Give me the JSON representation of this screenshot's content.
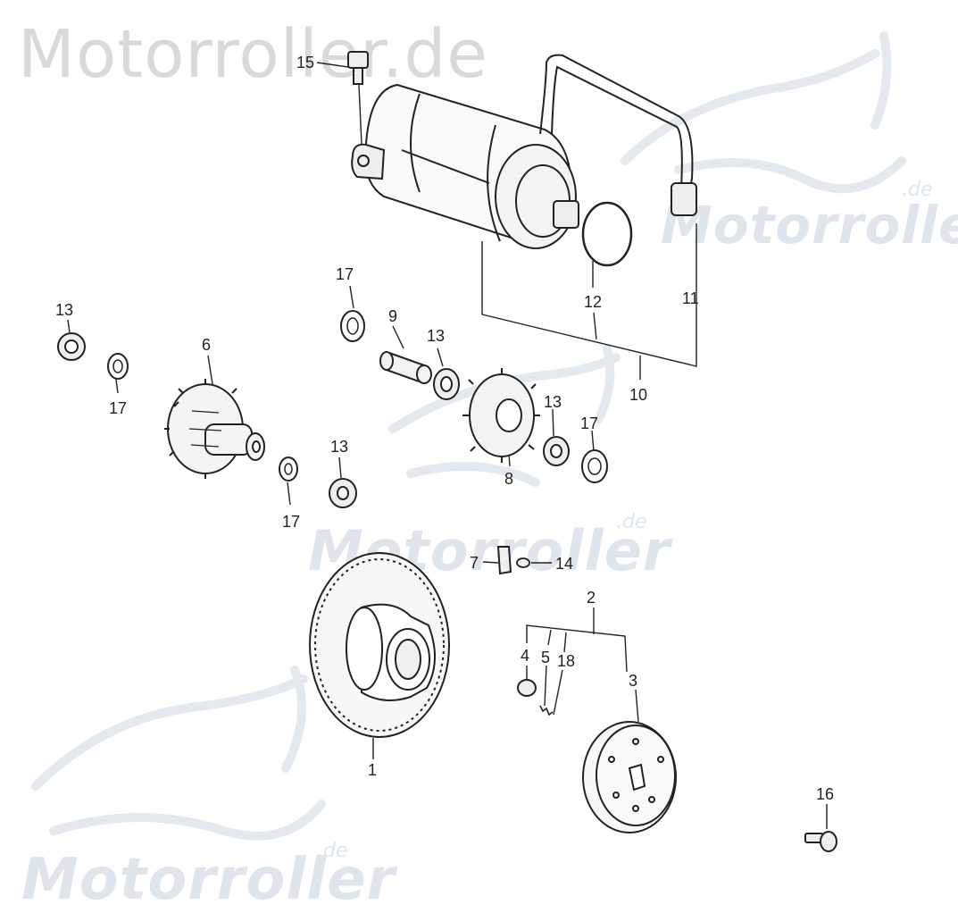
{
  "watermark": {
    "top": "Motorroller.de",
    "right": "Motorroller",
    "mid": "Motorroller",
    "bottom": "Motorroller",
    "suffix": ".de"
  },
  "parts": {
    "p1": "1",
    "p2": "2",
    "p3": "3",
    "p4": "4",
    "p5": "5",
    "p6": "6",
    "p7": "7",
    "p8": "8",
    "p9": "9",
    "p10": "10",
    "p11": "11",
    "p12": "12",
    "p13a": "13",
    "p13b": "13",
    "p13c": "13",
    "p13d": "13",
    "p14": "14",
    "p15": "15",
    "p16": "16",
    "p17a": "17",
    "p17b": "17",
    "p17c": "17",
    "p17d": "17",
    "p18": "18"
  }
}
